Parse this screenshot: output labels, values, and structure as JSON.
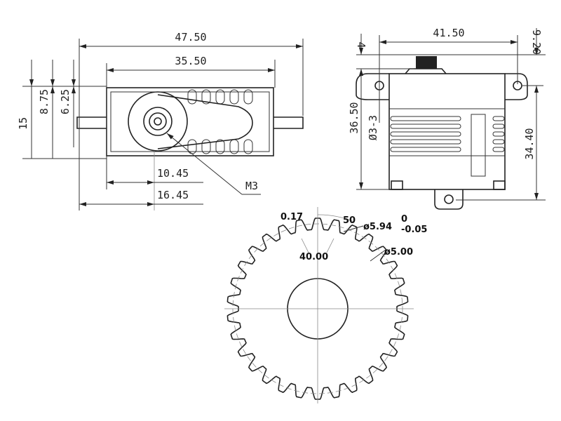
{
  "front_view": {
    "overall_width": "47.50",
    "body_width": "35.50",
    "height_total": "15",
    "height_a": "8.75",
    "height_b": "6.25",
    "shaft_offset_a": "10.45",
    "shaft_offset_b": "16.45",
    "screw_label": "M3"
  },
  "side_view": {
    "mount_hole_spacing": "41.50",
    "shaft_height": "4",
    "top_offset": "9.20",
    "total_height": "36.50",
    "hole_label": "Ø3-3",
    "body_height": "34.40"
  },
  "gear": {
    "backlash": "0.17",
    "angle": "50",
    "tooth_angle": "40.00",
    "outer_diameter": "ø5.94",
    "outer_tolerance_upper": "0",
    "outer_tolerance_lower": "-0.05",
    "pitch_diameter": "ø5.00",
    "teeth": 30
  }
}
